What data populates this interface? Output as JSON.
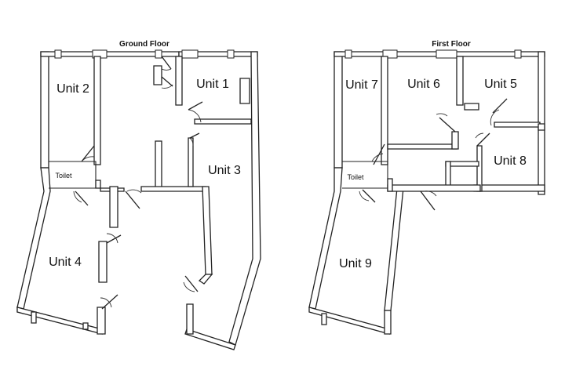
{
  "ground_floor": {
    "title": "Ground Floor",
    "rooms": {
      "unit_1": "Unit 1",
      "unit_2": "Unit 2",
      "unit_3": "Unit 3",
      "unit_4": "Unit 4",
      "toilet": "Toilet"
    }
  },
  "first_floor": {
    "title": "First Floor",
    "rooms": {
      "unit_5": "Unit 5",
      "unit_6": "Unit 6",
      "unit_7": "Unit 7",
      "unit_8": "Unit 8",
      "unit_9": "Unit 9",
      "toilet": "Toilet"
    }
  }
}
